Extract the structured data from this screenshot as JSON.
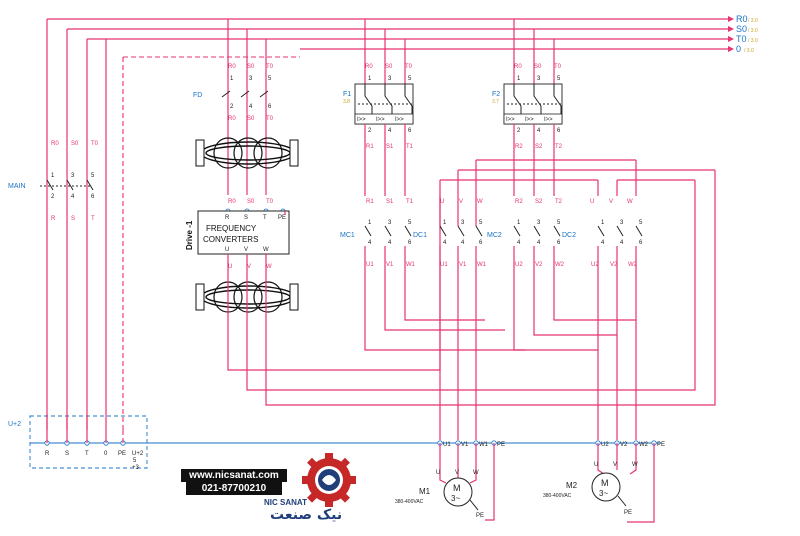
{
  "bus_labels": {
    "r0": "R0",
    "s0": "S0",
    "t0": "T0",
    "zero": "0"
  },
  "bus_refs": {
    "r0": "/ 3.0",
    "s0": "/ 3.0",
    "t0": "/ 3.0",
    "zero": "/ 3.0"
  },
  "main": {
    "label": "MAIN",
    "top_terms": [
      "R0",
      "S0",
      "T0"
    ],
    "nums_top": [
      "1",
      "3",
      "5"
    ],
    "nums_bot": [
      "2",
      "4",
      "6"
    ],
    "out_terms": [
      "R",
      "S",
      "T"
    ]
  },
  "fd": {
    "label": "FD",
    "top_terms": [
      "R0",
      "S0",
      "T0"
    ],
    "nums_top": [
      "1",
      "3",
      "5"
    ],
    "nums_bot": [
      "2",
      "4",
      "6"
    ],
    "out_terms": [
      "R0",
      "S0",
      "T0"
    ]
  },
  "drive": {
    "label": "Drive -1",
    "title_line1": "FREQUENCY",
    "title_line2": "CONVERTERS",
    "in_terms": [
      "R0",
      "S0",
      "T0"
    ],
    "in_pins": [
      "R",
      "S",
      "T",
      "PE"
    ],
    "out_pins": [
      "U",
      "V",
      "W"
    ],
    "out_terms": [
      "U",
      "V",
      "W"
    ]
  },
  "f1": {
    "label": "F1",
    "ref": "3.8",
    "top_terms": [
      "R0",
      "S0",
      "T0"
    ],
    "nums_top": [
      "1",
      "3",
      "5"
    ],
    "nums_bot": [
      "2",
      "4",
      "6"
    ],
    "trip": "I>>",
    "out_terms": [
      "R1",
      "S1",
      "T1"
    ]
  },
  "f2": {
    "label": "F2",
    "ref": "3.7",
    "top_terms": [
      "R0",
      "S0",
      "T0"
    ],
    "nums_top": [
      "1",
      "3",
      "5"
    ],
    "nums_bot": [
      "2",
      "4",
      "6"
    ],
    "trip": "I>>",
    "out_terms": [
      "R2",
      "S2",
      "T2"
    ]
  },
  "mc1": {
    "label": "MC1",
    "in_terms": [
      "R1",
      "S1",
      "T1"
    ],
    "nums_top": [
      "1",
      "3",
      "5"
    ],
    "nums_bot": [
      "4",
      "4",
      "6"
    ],
    "out_terms": [
      "U1",
      "V1",
      "W1"
    ]
  },
  "dc1": {
    "label": "DC1",
    "in_terms": [
      "U",
      "V",
      "W"
    ],
    "nums_top": [
      "1",
      "3",
      "5"
    ],
    "nums_bot": [
      "4",
      "4",
      "6"
    ],
    "out_terms": [
      "U1",
      "V1",
      "W1"
    ]
  },
  "mc2": {
    "label": "MC2",
    "in_terms": [
      "R2",
      "S2",
      "T2"
    ],
    "nums_top": [
      "1",
      "3",
      "5"
    ],
    "nums_bot": [
      "4",
      "4",
      "6"
    ],
    "out_terms": [
      "U2",
      "V2",
      "W2"
    ]
  },
  "dc2": {
    "label": "DC2",
    "in_terms": [
      "U",
      "V",
      "W"
    ],
    "nums_top": [
      "1",
      "3",
      "5"
    ],
    "nums_bot": [
      "4",
      "4",
      "6"
    ],
    "out_terms": [
      "U2",
      "V2",
      "W2"
    ]
  },
  "terminal": {
    "label": "U+2",
    "left_pins": [
      "R",
      "S",
      "T",
      "0",
      "PE"
    ],
    "extra": [
      "U+2",
      "5",
      "+3"
    ],
    "m1_pins": [
      "U1",
      "V1",
      "W1",
      "PE"
    ],
    "m2_pins": [
      "U2",
      "V2",
      "W2",
      "PE"
    ]
  },
  "m1": {
    "label": "M1",
    "rating": "380-400VAC",
    "symbol": "M",
    "phase": "3~",
    "pins": [
      "U",
      "V",
      "W"
    ],
    "pe": "PE"
  },
  "m2": {
    "label": "M2",
    "rating": "380-400VAC",
    "symbol": "M",
    "phase": "3~",
    "pins": [
      "U",
      "V",
      "W"
    ],
    "pe": "PE"
  },
  "brand": {
    "website": "www.nicsanat.com",
    "phone": "021-87700210",
    "name": "NIC SANAT",
    "name_fa": "نیک صنعت"
  },
  "colors": {
    "wire": "#e8336d",
    "label": "#1a73c7",
    "ref": "#c9a227"
  }
}
